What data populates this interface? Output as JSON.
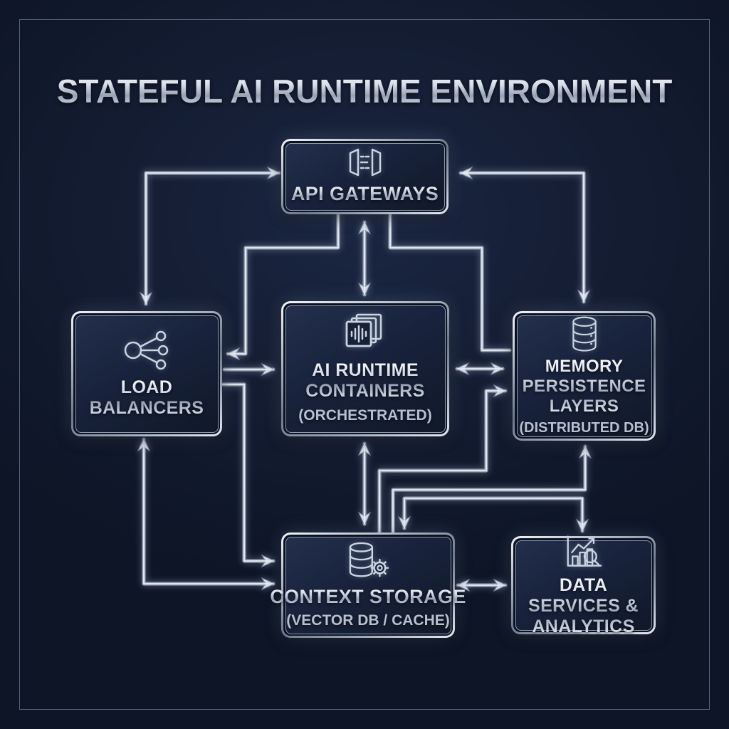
{
  "title": "STATEFUL AI RUNTIME ENVIRONMENT",
  "colors": {
    "background": "#101a2e",
    "panel": "#18223c",
    "metal_light": "#eef2f8",
    "metal_mid": "#9aa5b6",
    "text_silver": "#d9e0ea"
  },
  "nodes": [
    {
      "id": "api-gateways",
      "label": "API GATEWAYS",
      "sublabel": "",
      "icon": "api-gateway-icon"
    },
    {
      "id": "load-balancers",
      "label": "LOAD BALANCERS",
      "sublabel": "",
      "icon": "load-balancer-icon"
    },
    {
      "id": "ai-runtime",
      "label": "AI RUNTIME CONTAINERS",
      "sublabel": "(ORCHESTRATED)",
      "icon": "containers-icon"
    },
    {
      "id": "memory-persistence",
      "label": "MEMORY PERSISTENCE LAYERS",
      "sublabel": "(DISTRIBUTED DB)",
      "icon": "database-icon"
    },
    {
      "id": "context-storage",
      "label": "CONTEXT STORAGE",
      "sublabel": "(VECTOR DB / CACHE)",
      "icon": "database-gear-icon"
    },
    {
      "id": "data-services",
      "label": "DATA SERVICES & ANALYTICS",
      "sublabel": "",
      "icon": "analytics-icon"
    }
  ],
  "edges": [
    {
      "from": "api-gateways",
      "to": "load-balancers",
      "arrows": "both",
      "route": "left-elbow"
    },
    {
      "from": "api-gateways",
      "to": "load-balancers",
      "arrows": "end",
      "route": "inner-left"
    },
    {
      "from": "api-gateways",
      "to": "ai-runtime",
      "arrows": "both",
      "route": "vertical"
    },
    {
      "from": "api-gateways",
      "to": "memory-persistence",
      "arrows": "none",
      "route": "inner-right"
    },
    {
      "from": "api-gateways",
      "to": "memory-persistence",
      "arrows": "both",
      "route": "right-elbow"
    },
    {
      "from": "load-balancers",
      "to": "ai-runtime",
      "arrows": "end",
      "route": "horizontal"
    },
    {
      "from": "load-balancers",
      "to": "context-storage",
      "arrows": "end",
      "route": "mid-drop"
    },
    {
      "from": "load-balancers",
      "to": "context-storage",
      "arrows": "both",
      "route": "bottom-elbow"
    },
    {
      "from": "ai-runtime",
      "to": "memory-persistence",
      "arrows": "both",
      "route": "horizontal"
    },
    {
      "from": "ai-runtime",
      "to": "context-storage",
      "arrows": "both",
      "route": "vertical"
    },
    {
      "from": "context-storage",
      "to": "memory-persistence",
      "arrows": "end",
      "route": "step-left-edge"
    },
    {
      "from": "context-storage",
      "to": "memory-persistence",
      "arrows": "end",
      "route": "step-bottom-edge"
    },
    {
      "from": "context-storage",
      "to": "data-services",
      "arrows": "both",
      "route": "overhead"
    },
    {
      "from": "context-storage",
      "to": "data-services",
      "arrows": "both",
      "route": "horizontal"
    }
  ]
}
